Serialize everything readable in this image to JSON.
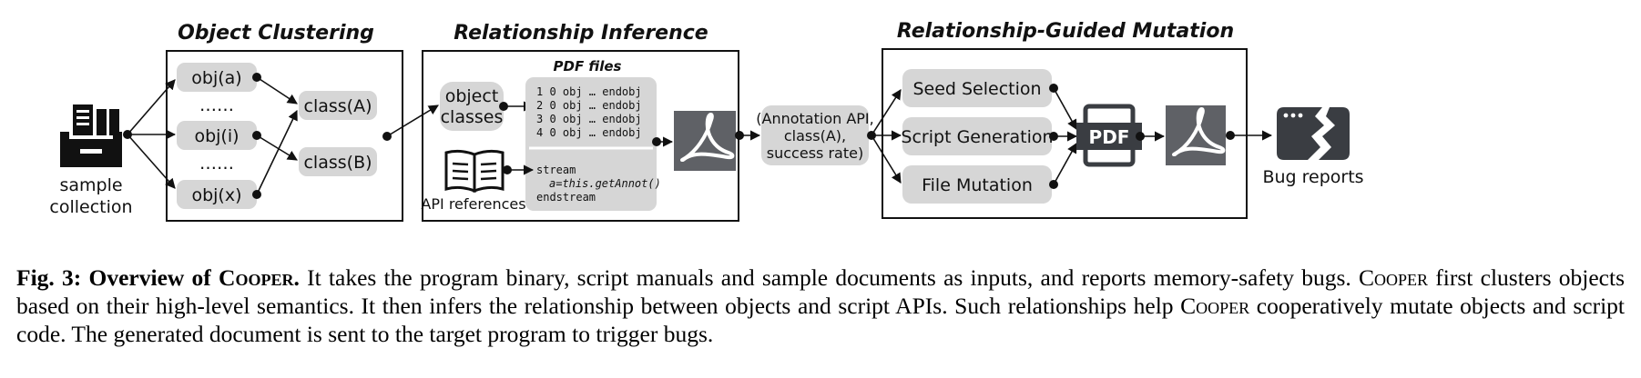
{
  "sections": {
    "clustering": "Object Clustering",
    "inference": "Relationship Inference",
    "mutation": "Relationship-Guided Mutation"
  },
  "sample_collection": [
    "sample",
    "collection"
  ],
  "objects": [
    "obj(a)",
    "……",
    "obj(i)",
    "……",
    "obj(x)"
  ],
  "classes": [
    "class(A)",
    "class(B)"
  ],
  "object_classes": [
    "object",
    "classes"
  ],
  "pdf_files": {
    "title": "PDF files",
    "lines": [
      "1 0 obj … endobj",
      "2 0 obj … endobj",
      "3 0 obj … endobj",
      "4 0 obj … endobj"
    ]
  },
  "stream_lines": [
    "stream",
    "a=this.getAnnot()",
    "endstream"
  ],
  "api_references": "API references",
  "relationship": [
    "(Annotation API,",
    "class(A),",
    "success rate)"
  ],
  "mutation_steps": [
    "Seed Selection",
    "Script Generation",
    "File Mutation"
  ],
  "pdf_icon_label": "PDF",
  "bug_reports": "Bug reports",
  "caption": {
    "label": "Fig. 3: Overview of ",
    "name": "Cooper",
    "label_end": ".",
    "line1_rest": " It takes the program binary, script manuals and sample documents as inputs, and reports memory-safety bugs. ",
    "name2": "Cooper",
    "line2_rest": " first clusters objects based on their high-level semantics. It then infers the relationship between objects and script APIs. Such relationships help ",
    "name3": "Cooper",
    "line3_rest": " cooperatively mutate objects and script code. The generated document is sent to the target program to trigger bugs."
  },
  "colors": {
    "node_fill": "#d6d6d6",
    "icon_dark": "#3a3d42",
    "acrobat_bg": "#5f6166",
    "box_border": "#111111"
  }
}
